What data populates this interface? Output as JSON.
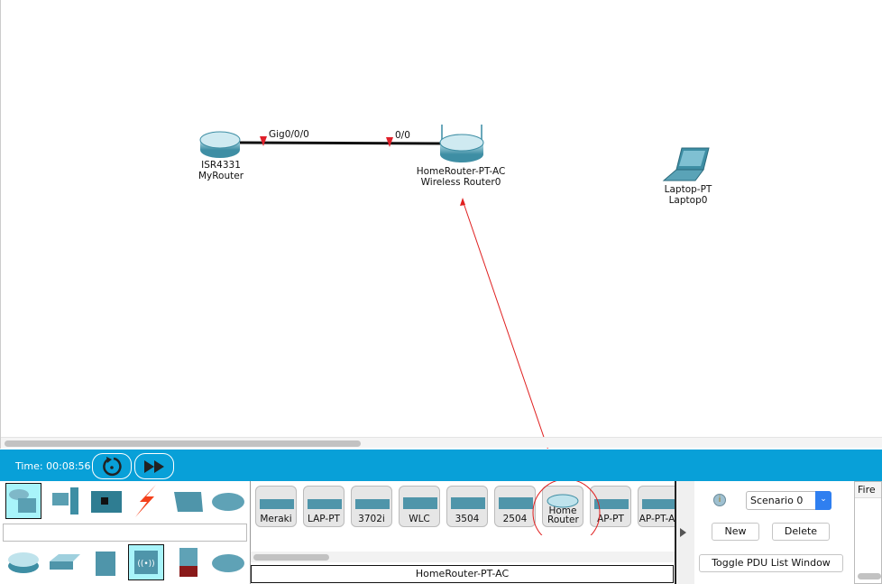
{
  "canvas": {
    "devices": [
      {
        "model": "ISR4331",
        "name": "MyRouter"
      },
      {
        "model": "HomeRouter-PT-AC",
        "name": "Wireless Router0"
      },
      {
        "model": "Laptop-PT",
        "name": "Laptop0"
      }
    ],
    "link": {
      "port_a": "Gig0/0/0",
      "port_b": "0/0"
    }
  },
  "toolbar": {
    "time": "Time: 00:08:56"
  },
  "device_list": {
    "items": [
      "Meraki",
      "LAP-PT",
      "3702i",
      "WLC",
      "3504",
      "2504",
      "Home Router",
      "AP-PT",
      "AP-PT-A"
    ],
    "selected_name": "HomeRouter-PT-AC"
  },
  "scenario": {
    "selected": "Scenario 0",
    "new_label": "New",
    "delete_label": "Delete",
    "toggle_label": "Toggle PDU List Window"
  },
  "pdu_list": {
    "header": "Fire"
  },
  "colors": {
    "bar": "#08a0d8",
    "annotation": "#e02020"
  }
}
